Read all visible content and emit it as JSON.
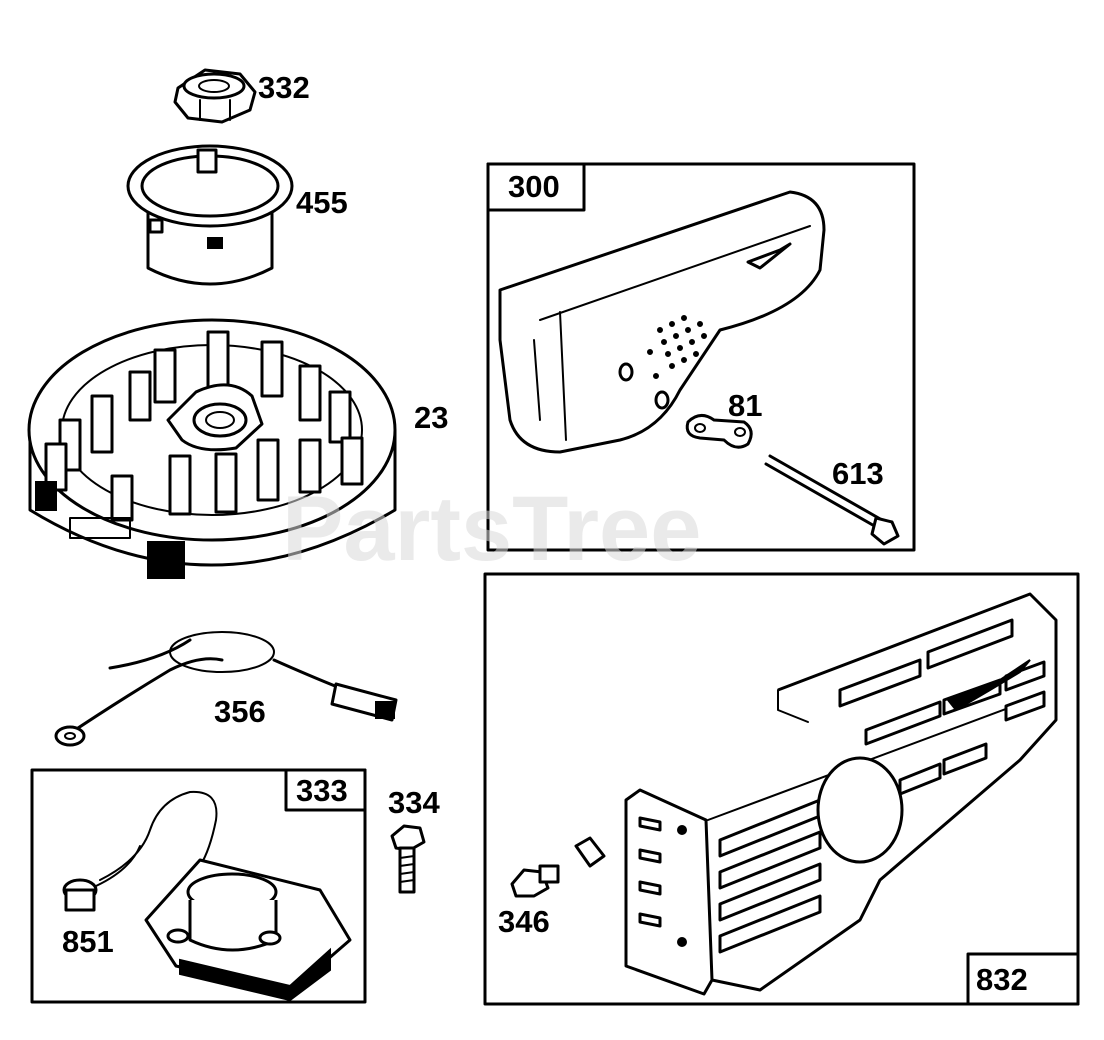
{
  "watermark": "PartsTree",
  "parts": {
    "nut": "332",
    "cup": "455",
    "flywheel": "23",
    "ground_wire": "356",
    "armature_kit": "333",
    "screw_334": "334",
    "terminal_851": "851",
    "muffler": "300",
    "lock_plate": "81",
    "muffler_screw": "613",
    "screw_346": "346",
    "muffler_guard": "832"
  },
  "colors": {
    "ink": "#000000",
    "paper": "#ffffff",
    "watermark": "#d9d9d9"
  }
}
